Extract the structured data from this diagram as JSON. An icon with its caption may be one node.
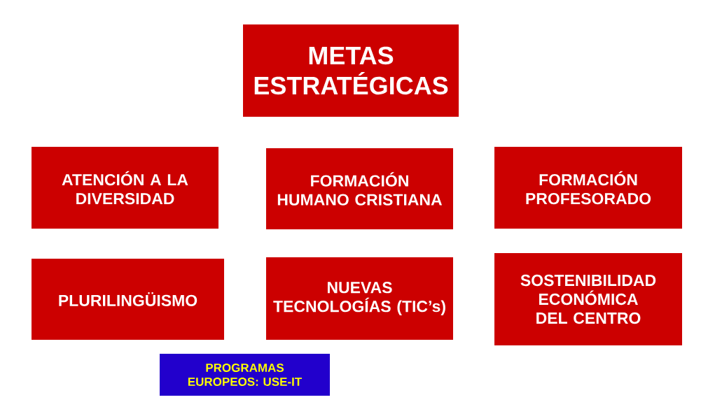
{
  "diagram": {
    "nodes": [
      {
        "text": [
          "METAS ESTRATÉGICAS"
        ]
      },
      {
        "text": [
          "ATENCIÓN A LA DIVERSIDAD"
        ]
      },
      {
        "text": [
          "FORMACIÓN HUMANO CRISTIANA"
        ]
      },
      {
        "text": [
          "FORMACIÓN PROFESORADO"
        ]
      },
      {
        "text": [
          "PLURILINGÜISMO"
        ]
      },
      {
        "text": [
          "NUEVAS TECNOLOGÍAS (TIC’s)"
        ]
      },
      {
        "text": [
          "SOSTENIBILIDAD ECONÓMICA DEL CENTRO"
        ]
      },
      {
        "text": [
          "PROGRAMAS EUROPEOS: USE-IT"
        ]
      }
    ]
  }
}
